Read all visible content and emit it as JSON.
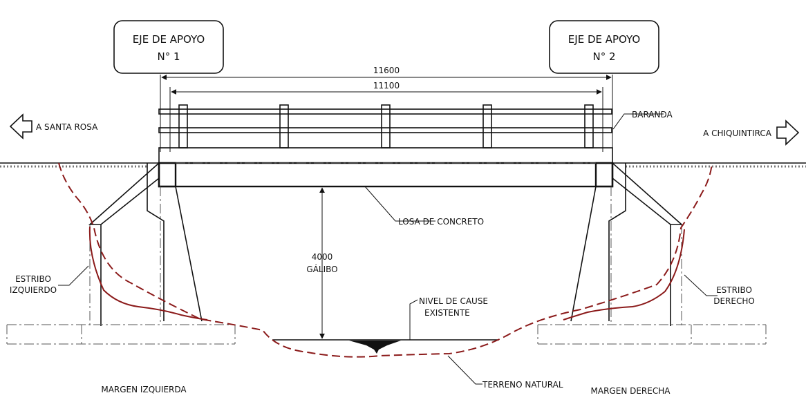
{
  "axis_left": {
    "line1": "EJE DE APOYO",
    "line2": "N° 1"
  },
  "axis_right": {
    "line1": "EJE DE APOYO",
    "line2": "N° 2"
  },
  "dimensions": {
    "total": "11600",
    "inner": "11100",
    "clearance_value": "4000",
    "clearance_label": "GÁLIBO"
  },
  "directions": {
    "left": "A SANTA ROSA",
    "right": "A CHIQUINTIRCA"
  },
  "labels": {
    "railing": "BARANDA",
    "slab": "LOSA DE CONCRETO",
    "abutment_left_1": "ESTRIBO",
    "abutment_left_2": "IZQUIERDO",
    "abutment_right_1": "ESTRIBO",
    "abutment_right_2": "DERECHO",
    "river_level_1": "NIVEL DE CAUSE",
    "river_level_2": "EXISTENTE",
    "natural_ground": "TERRENO NATURAL",
    "margin_left": "MARGEN IZQUIERDA",
    "margin_right": "MARGEN DERECHA"
  },
  "colors": {
    "line": "#111111",
    "terrain": "#8b1a1a",
    "slab_fill": "#dcdcdc"
  }
}
